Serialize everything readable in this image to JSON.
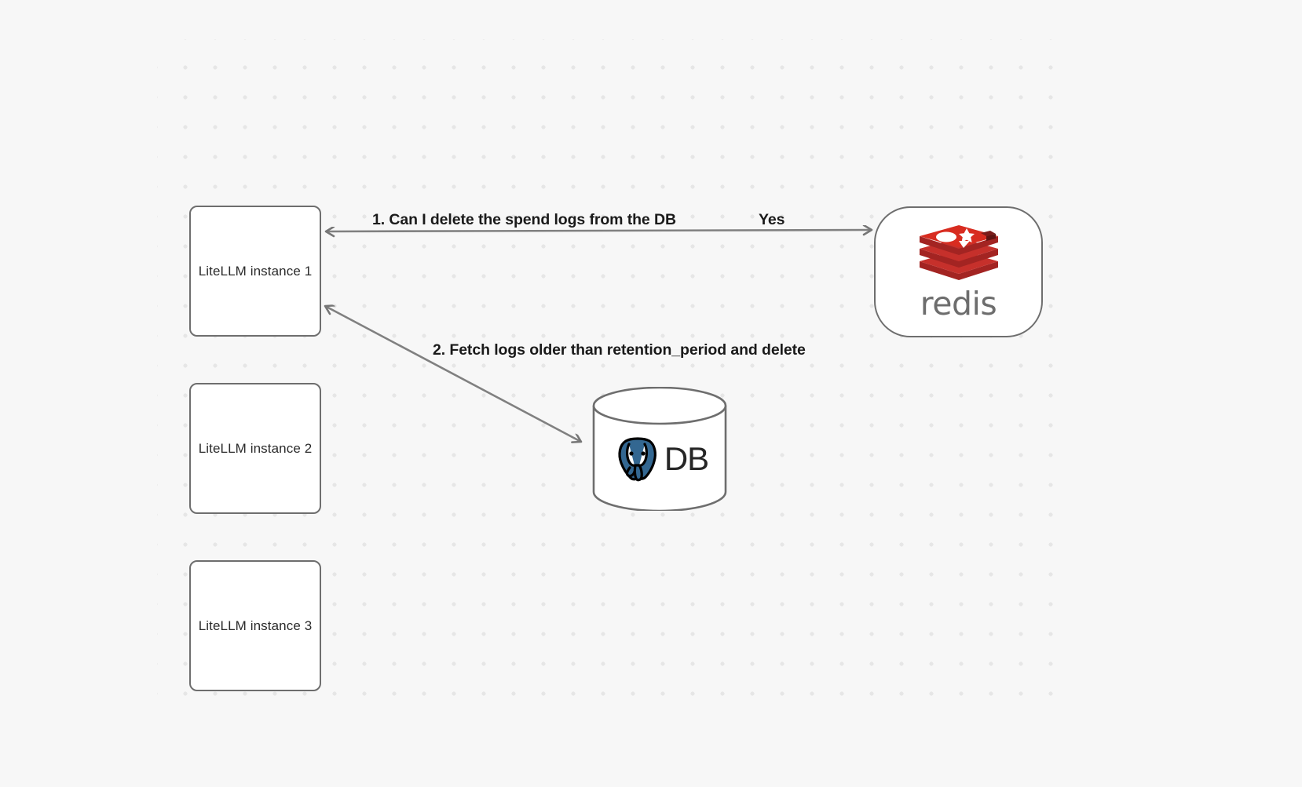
{
  "canvas": {
    "background_color": "#f7f7f7",
    "grid_dot_color": "#e6e6e6"
  },
  "nodes": [
    {
      "id": "litellm-1",
      "label": "LiteLLM instance 1"
    },
    {
      "id": "litellm-2",
      "label": "LiteLLM instance 2"
    },
    {
      "id": "litellm-3",
      "label": "LiteLLM instance 3"
    },
    {
      "id": "redis",
      "label": "redis",
      "logo": "redis-stack-logo",
      "logo_color": "#c6302b",
      "wordmark_color": "#6d6d6d"
    },
    {
      "id": "postgres-db",
      "label": "DB",
      "logo": "postgresql-elephant-logo",
      "logo_color": "#336791"
    }
  ],
  "edges": [
    {
      "id": "edge-1",
      "from": "litellm-1",
      "to": "redis",
      "label": "1.  Can I delete the spend logs from the DB",
      "reply_label": "Yes",
      "direction": "bidirectional"
    },
    {
      "id": "edge-2",
      "from": "litellm-1",
      "to": "postgres-db",
      "label": "2.  Fetch logs older than retention_period and delete",
      "direction": "bidirectional"
    }
  ],
  "labels": {
    "edge1_question": "1.  Can I delete the spend logs from the DB",
    "edge1_answer": "Yes",
    "edge2_action": "2.  Fetch logs older than retention_period and delete"
  }
}
